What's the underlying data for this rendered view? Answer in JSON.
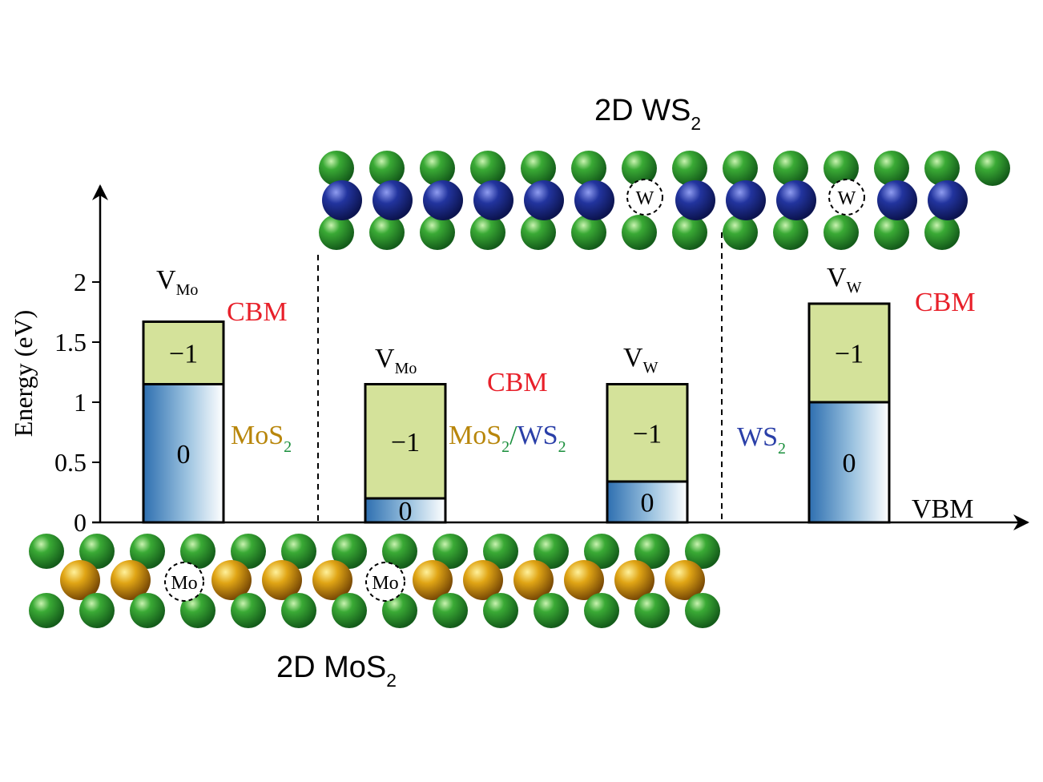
{
  "labels": {
    "ws2_layer_title": "2D WS",
    "ws2_layer_title_sub": "2",
    "mos2_layer_title": "2D MoS",
    "mos2_layer_title_sub": "2",
    "y_axis_label": "Energy (eV)",
    "x_axis_label": "VBM",
    "cbm": "CBM",
    "vacancy_prefix": "V",
    "mo": "Mo",
    "w": "W",
    "mo_s": "MoS",
    "s_char": "S",
    "ws": "WS",
    "w_char": "W",
    "slash": "/",
    "sub_2": "2"
  },
  "y_axis": {
    "ticks": [
      "0",
      "0.5",
      "1",
      "1.5",
      "2"
    ],
    "tick_values": [
      0,
      0.5,
      1,
      1.5,
      2
    ]
  },
  "colors": {
    "mo_text": "#b8860b",
    "s_text": "#1a8f3c",
    "w_text": "#2a3fa8",
    "cbm_text": "#e8202a",
    "charge_minus1_fill": "#d4e29a",
    "charge_0_gradient": [
      "#2e6fb0",
      "#ffffff"
    ],
    "sulfur_atom": "#3aaa35",
    "tungsten_atom": "#22349e",
    "molybdenum_atom": "#d89a10"
  },
  "regions": [
    {
      "material": "MoS2",
      "vacancy": "Mo",
      "levels": [
        {
          "charge": "0",
          "from": 0,
          "to": 1.15
        },
        {
          "charge": "−1",
          "from": 1.15,
          "to": 1.67
        }
      ]
    },
    {
      "material": "MoS2/WS2",
      "vacancy": "Mo",
      "levels": [
        {
          "charge": "0",
          "from": 0,
          "to": 0.2
        },
        {
          "charge": "−1",
          "from": 0.2,
          "to": 1.15
        }
      ]
    },
    {
      "material": "MoS2/WS2",
      "vacancy": "W",
      "levels": [
        {
          "charge": "0",
          "from": 0,
          "to": 0.34
        },
        {
          "charge": "−1",
          "from": 0.34,
          "to": 1.15
        }
      ]
    },
    {
      "material": "WS2",
      "vacancy": "W",
      "levels": [
        {
          "charge": "0",
          "from": 0,
          "to": 1.0
        },
        {
          "charge": "−1",
          "from": 1.0,
          "to": 1.82
        }
      ]
    }
  ]
}
